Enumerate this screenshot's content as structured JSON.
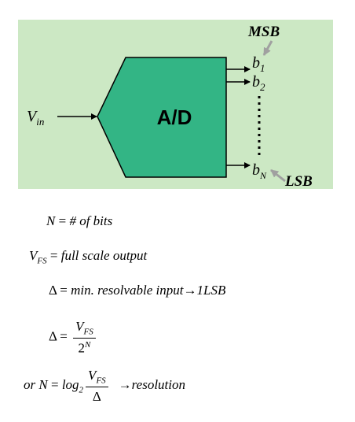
{
  "diagram": {
    "block_label": "A/D",
    "input": {
      "symbol": "V",
      "subscript": "in"
    },
    "outputs": [
      {
        "symbol": "b",
        "subscript": "1"
      },
      {
        "symbol": "b",
        "subscript": "2"
      },
      {
        "symbol": "b",
        "subscript": "N"
      }
    ],
    "msb_label": "MSB",
    "lsb_label": "LSB",
    "colors": {
      "panel_bg": "#cce8c4",
      "block_fill": "#33b585",
      "arrow_gray": "#a0a0a0"
    }
  },
  "equations": {
    "bits": {
      "lhs": "N",
      "eq": " = ",
      "rhs": "# of  bits"
    },
    "vfs": {
      "lhs": "V",
      "sub": "FS",
      "eq": " = ",
      "rhs": "full scale output"
    },
    "delta": {
      "lhs": "Δ",
      "eq": " = ",
      "rhs": "min. resolvable input",
      "arrow": "→",
      "tail": "1LSB"
    },
    "delta_formula": {
      "lhs": "Δ",
      "eq": " = ",
      "num": "V",
      "num_sub": "FS",
      "den": "2",
      "den_sup": "N"
    },
    "resolution": {
      "prefix": "or N",
      "eq": " = ",
      "log": "log",
      "log_sub": "2",
      "num": "V",
      "num_sub": "FS",
      "den": "Δ",
      "arrow": "→",
      "tail": "resolution"
    }
  }
}
